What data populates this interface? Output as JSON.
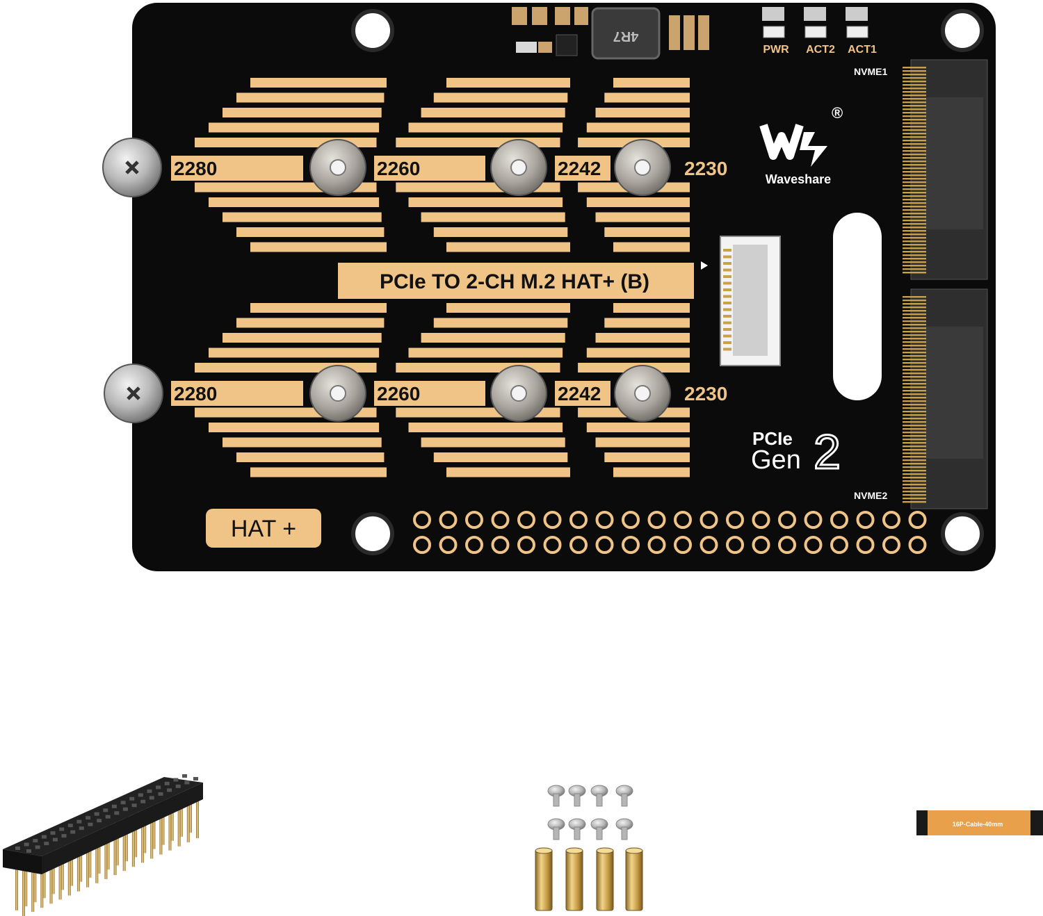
{
  "board": {
    "title": "PCIe TO 2-CH M.2 HAT+ (B)",
    "hat_label": "HAT +",
    "brand": "Waveshare",
    "registered_mark": "®",
    "pcie_label": "PCIe",
    "gen_label": "Gen",
    "gen_number": "2",
    "inductor_code": "4R7",
    "slot_top": "NVME1",
    "slot_bottom": "NVME2",
    "leds": {
      "pwr": "PWR",
      "act2": "ACT2",
      "act1": "ACT1"
    },
    "sizes_top": [
      "2280",
      "2260",
      "2242",
      "2230"
    ],
    "sizes_bottom": [
      "2280",
      "2260",
      "2242",
      "2230"
    ]
  },
  "accessories": {
    "cable_label": "16P-Cable-40mm"
  },
  "colors": {
    "pcb": "#0b0b0b",
    "gold": "#f0c486",
    "silkscreen": "#ffffff",
    "connector": "#2a2a2a",
    "brass": "#c9a14a",
    "cable": "#e8a04a"
  }
}
